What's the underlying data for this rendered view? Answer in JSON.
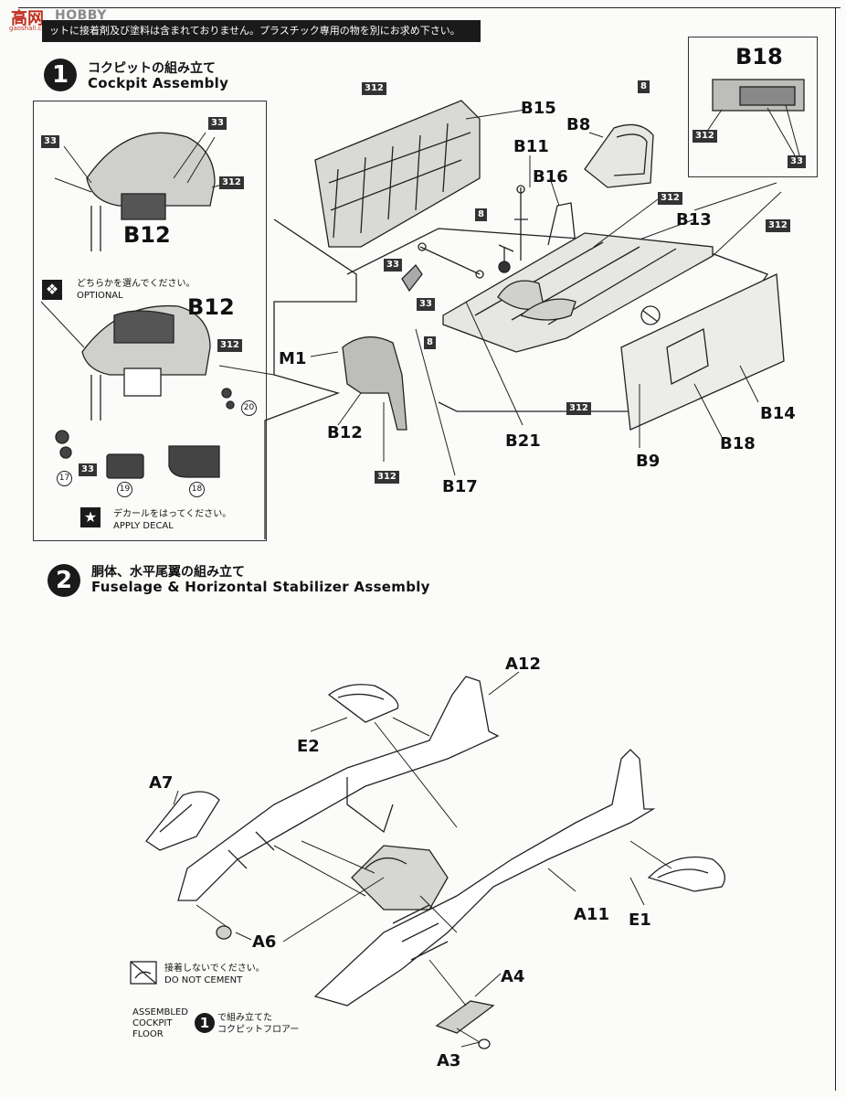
{
  "watermark": {
    "logo": "高网",
    "text": "HOBBY SEARCH",
    "url": "gaoshall.com"
  },
  "banner": {
    "text": "ットに接着剤及び塗料は含まれておりません。プラスチック専用の物を別にお求め下さい。"
  },
  "step1": {
    "number": "1",
    "title_jp": "コクピットの組み立て",
    "title_en": "Cockpit Assembly"
  },
  "step2": {
    "number": "2",
    "title_jp": "胴体、水平尾翼の組み立て",
    "title_en": "Fuselage & Horizontal Stabilizer Assembly"
  },
  "inset_left": {
    "codes": [
      "33",
      "33",
      "312",
      "312",
      "33"
    ],
    "label_top": "B12",
    "label_bottom": "B12",
    "optional_jp": "どちらかを選んでください。",
    "optional_en": "OPTIONAL",
    "decal_jp": "デカールをはってください。",
    "decal_en": "APPLY DECAL",
    "decals": [
      "17",
      "18",
      "19",
      "20"
    ]
  },
  "inset_right": {
    "label": "B18",
    "codes": [
      "312",
      "33"
    ]
  },
  "step1_parts": {
    "B15": "B15",
    "B8": "B8",
    "B11": "B11",
    "B16": "B16",
    "B13": "B13",
    "M1": "M1",
    "B12": "B12",
    "B21": "B21",
    "B17": "B17",
    "B9": "B9",
    "B18": "B18",
    "B14": "B14"
  },
  "step1_codes": {
    "c312_a": "312",
    "c8_a": "8",
    "c8_b": "8",
    "c312_b": "312",
    "c312_c": "312",
    "c33_a": "33",
    "c33_b": "33",
    "c8_c": "8",
    "c312_d": "312",
    "c312_e": "312"
  },
  "step2_parts": {
    "A12": "A12",
    "E2": "E2",
    "A7": "A7",
    "A6": "A6",
    "A11": "A11",
    "E1": "E1",
    "A4": "A4",
    "A3": "A3"
  },
  "step2_notes": {
    "no_cement_jp": "接着しないでください。",
    "no_cement_en": "DO NOT CEMENT",
    "assembled_en_1": "ASSEMBLED",
    "assembled_en_2": "COCKPIT",
    "assembled_en_3": "FLOOR",
    "assembled_circle": "1",
    "assembled_jp_1": "で組み立てた",
    "assembled_jp_2": "コクピットフロアー"
  }
}
